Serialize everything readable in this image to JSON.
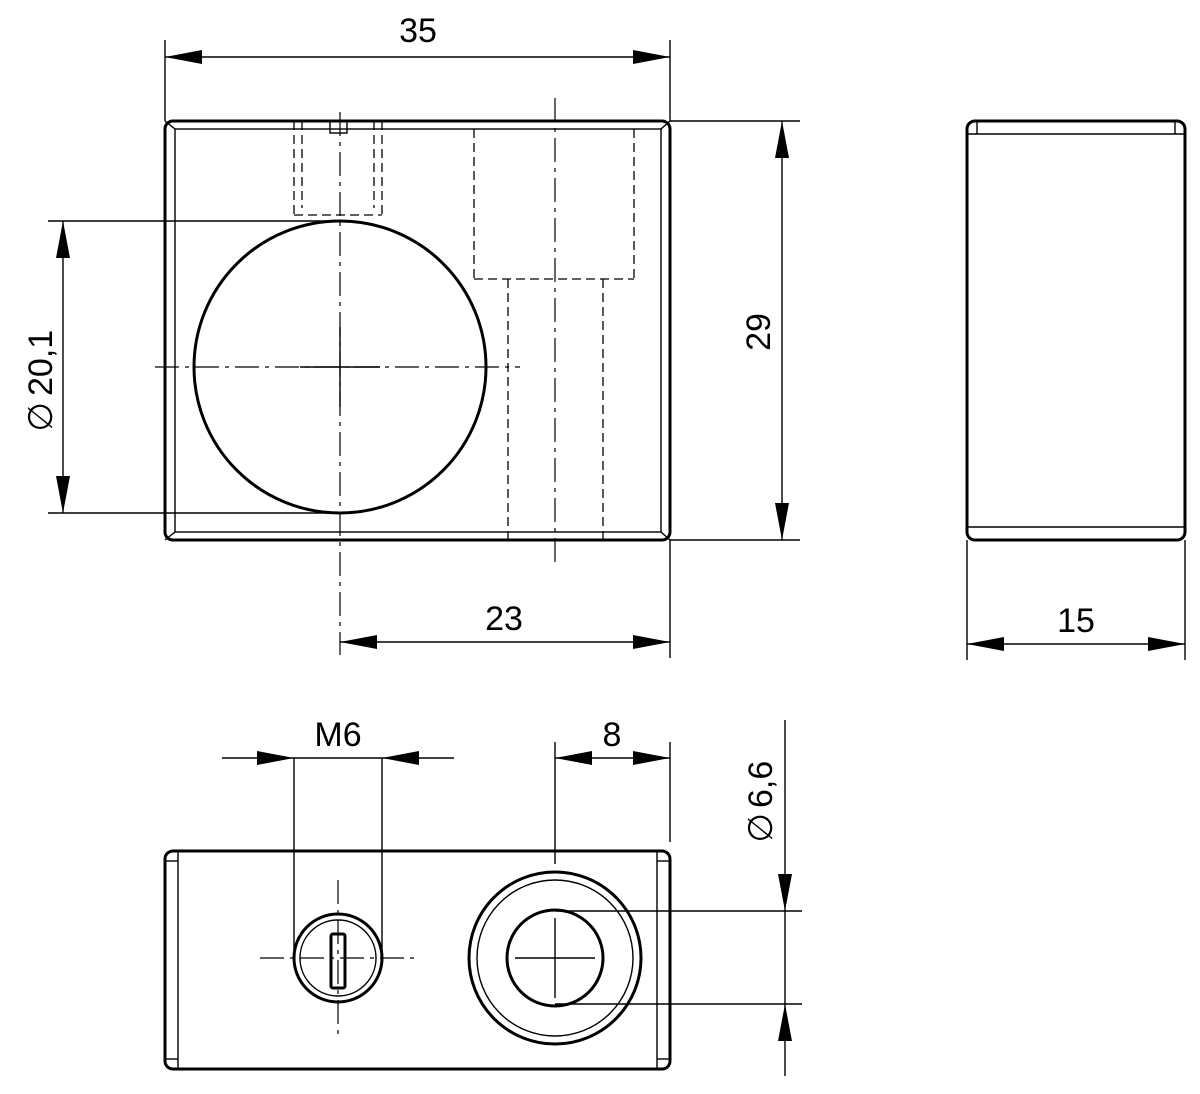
{
  "dimensions": {
    "width_total": "35",
    "height_total": "29",
    "bore_diameter": "20,1",
    "bore_offset": "23",
    "depth": "15",
    "thread": "M6",
    "hole_offset": "8",
    "hole_diameter": "6,6"
  },
  "symbols": {
    "diameter": "∅"
  }
}
